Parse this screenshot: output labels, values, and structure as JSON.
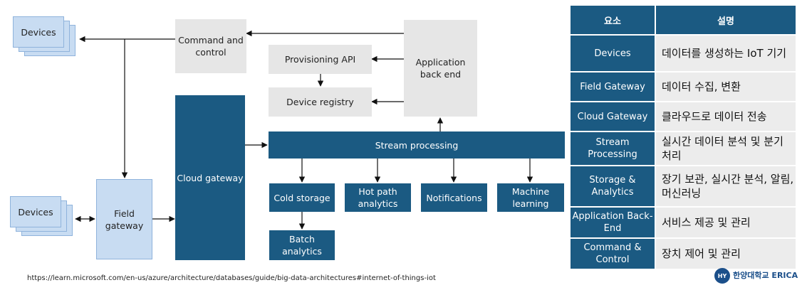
{
  "diagram": {
    "nodes": {
      "devices_top": "Devices",
      "devices_bottom": "Devices",
      "command_control": "Command and control",
      "provisioning_api": "Provisioning API",
      "device_registry": "Device registry",
      "app_backend": "Application back end",
      "cloud_gateway": "Cloud gateway",
      "stream_processing": "Stream processing",
      "field_gateway": "Field gateway",
      "cold_storage": "Cold storage",
      "hot_path": "Hot path analytics",
      "notifications": "Notifications",
      "machine_learning": "Machine learning",
      "batch_analytics": "Batch analytics"
    }
  },
  "table": {
    "headers": [
      "요소",
      "설명"
    ],
    "rows": [
      {
        "key": "Devices",
        "value": "데이터를 생성하는 IoT 기기"
      },
      {
        "key": "Field Gateway",
        "value": "데이터 수집, 변환"
      },
      {
        "key": "Cloud Gateway",
        "value": "클라우드로 데이터 전송"
      },
      {
        "key": "Stream Processing",
        "value": "실시간 데이터 분석 및 분기 처리"
      },
      {
        "key": "Storage & Analytics",
        "value": "장기 보관, 실시간 분석, 알림, 머신러닝"
      },
      {
        "key": "Application Back-End",
        "value": "서비스 제공 및 관리"
      },
      {
        "key": "Command & Control",
        "value": "장치 제어 및 관리"
      }
    ]
  },
  "footer": {
    "url": "https://learn.microsoft.com/en-us/azure/architecture/databases/guide/big-data-architectures#internet-of-things-iot",
    "logo_text": "한양대학교 ERICA",
    "logo_mark": "HY"
  }
}
